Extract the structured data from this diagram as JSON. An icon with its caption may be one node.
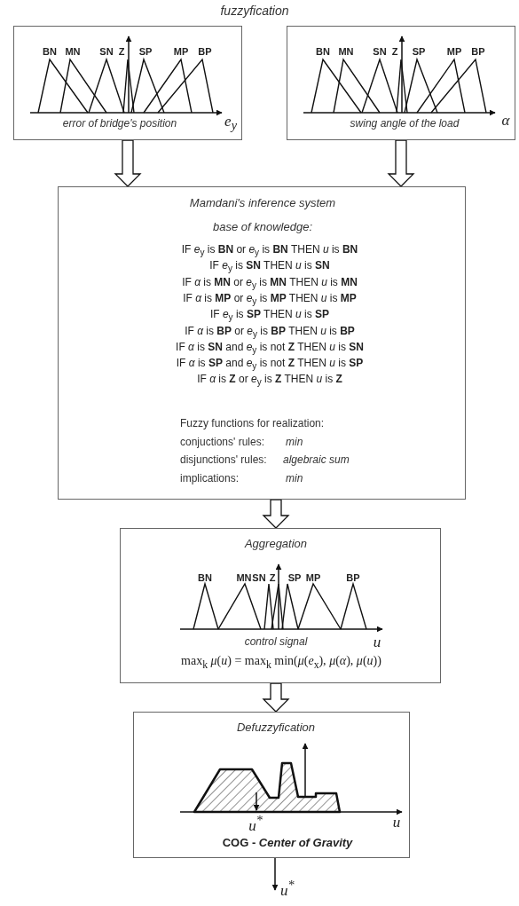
{
  "diagram": {
    "title": "fuzzyfication",
    "nodes": [
      {
        "text": [
          "BN",
          "MN",
          "SN",
          "Z",
          "SP",
          "MP",
          "BP",
          "error of bridge's position",
          "*e*$_{y}$"
        ]
      },
      {
        "text": [
          "BN",
          "MN",
          "SN",
          "Z",
          "SP",
          "MP",
          "BP",
          "swing angle of the load",
          "α"
        ]
      },
      {
        "text": [
          "Mamdani's inference system",
          "base of knowledge:",
          "IF *e*$_{y}$ is **BN** or *e*$_{y}$ is **BN** THEN *u* is **BN**",
          "IF *e*$_{y}$ is **SN** THEN *u* is **SN**",
          "IF *α* is **MN** or *e*$_{y}$ is **MN** THEN *u* is **MN**",
          "IF *α* is **MP** or *e*$_{y}$ is **MP** THEN *u* is **MP**",
          "IF *e*$_{y}$ is **SP** THEN *u* is **SP**",
          "IF *α* is **BP** or *e*$_{y}$ is **BP** THEN *u* is **BP**",
          "IF *α* is **SN** and *e*$_{y}$ is not **Z** THEN *u* is **SN**",
          "IF *α* is **SP** and *e*$_{y}$ is not **Z** THEN *u* is **SP**",
          "IF *α* is **Z** or *e*$_{y}$ is **Z** THEN *u* is **Z**",
          "Fuzzy functions for realization:",
          "conjuctions' rules:",
          "min",
          "disjunctions' rules:",
          "algebraic sum",
          "implications:",
          "min"
        ]
      },
      {
        "text": [
          "Aggregation",
          "BN",
          "MN",
          "SN",
          "Z",
          "SP",
          "MP",
          "BP",
          "control signal",
          "u",
          "max$_{k}$ *μ*(*u*) = max$_{k}$ min(*μ*(*e*$_{x}$), *μ*(*α*), *μ*(*u*))"
        ]
      },
      {
        "text": [
          "Defuzzyfication",
          "*u*$^{*}$",
          "u",
          "COG - *Center of Gravity*"
        ]
      }
    ],
    "edges": [
      {
        "from": 0,
        "to": 2,
        "arrow": "to",
        "style": "thick"
      },
      {
        "from": 1,
        "to": 2,
        "arrow": "to",
        "style": "thick"
      },
      {
        "from": 2,
        "to": 3,
        "arrow": "to",
        "style": "thick"
      },
      {
        "from": 3,
        "to": 4,
        "arrow": "to",
        "style": "thick"
      },
      {
        "from": 4,
        "to": null,
        "arrow": "to",
        "label": "*u*$^{*}$"
      }
    ]
  }
}
